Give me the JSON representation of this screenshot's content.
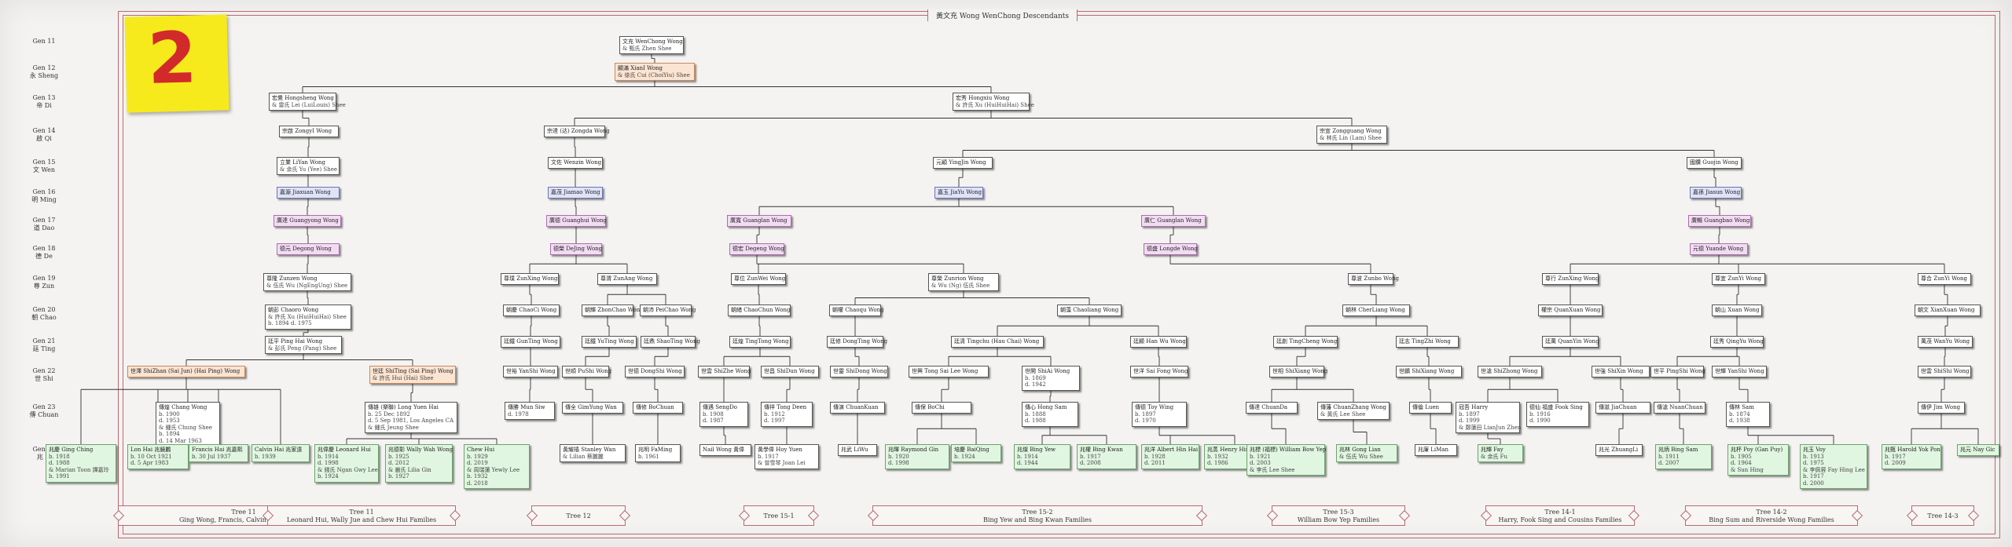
{
  "title": "黃文充 Wong WenChong Descendants",
  "sticky": "2",
  "generations": [
    {
      "gen": "Gen 11",
      "name": ""
    },
    {
      "gen": "Gen 12",
      "name": "永 Sheng"
    },
    {
      "gen": "Gen 13",
      "name": "帝 Di"
    },
    {
      "gen": "Gen 14",
      "name": "啟 Qi"
    },
    {
      "gen": "Gen 15",
      "name": "文 Wen"
    },
    {
      "gen": "Gen 16",
      "name": "明 Ming"
    },
    {
      "gen": "Gen 17",
      "name": "道 Dao"
    },
    {
      "gen": "Gen 18",
      "name": "德 De"
    },
    {
      "gen": "Gen 19",
      "name": "尊 Zun"
    },
    {
      "gen": "Gen 20",
      "name": "朝 Chao"
    },
    {
      "gen": "Gen 21",
      "name": "廷 Ting"
    },
    {
      "gen": "Gen 22",
      "name": "世 Shi"
    },
    {
      "gen": "Gen 23",
      "name": "傳 Chuan"
    },
    {
      "gen": "Gen 24",
      "name": "兆 Li"
    }
  ],
  "nodes": [
    {
      "id": "n11",
      "color": "white",
      "lines": [
        "文充 WenChong Wong",
        "& 甄氏 Zhen Shee"
      ]
    },
    {
      "id": "n12",
      "color": "orange",
      "lines": [
        "顯滿 XianI Wong",
        "& 徐氏 Cui (ChoiYiu) Shee"
      ]
    },
    {
      "id": "n13a",
      "color": "white",
      "lines": [
        "宏覺 Hongsheng Wong",
        "& 雷氏 Lei (LuiLouis) Shee"
      ]
    },
    {
      "id": "n13b",
      "color": "white",
      "lines": [
        "宏秀 Hongxiu Wong",
        "& 許氏 Xu (HuiHuiHai) Shee"
      ]
    },
    {
      "id": "n14a",
      "color": "white",
      "lines": [
        "宗啟 ZongyI Wong"
      ]
    },
    {
      "id": "n14b",
      "color": "white",
      "lines": [
        "宗達 (达) Zongda Wong"
      ]
    },
    {
      "id": "n14c",
      "color": "white",
      "lines": [
        "宗宣 Zongguang Wong",
        "& 林氏 Lin (Lam) Shee"
      ]
    },
    {
      "id": "n15a",
      "color": "white",
      "lines": [
        "立業 LiYan Wong",
        "& 余氏 Yu (Yee) Shee"
      ]
    },
    {
      "id": "n15b",
      "color": "white",
      "lines": [
        "文佐 Wenzin Wong"
      ]
    },
    {
      "id": "n15c",
      "color": "white",
      "lines": [
        "元穎 YingJin Wong"
      ]
    },
    {
      "id": "n15d",
      "color": "white",
      "lines": [
        "國鑽 Guojin Wong"
      ]
    },
    {
      "id": "n16a",
      "color": "blue",
      "lines": [
        "嘉源 Jiaxuan Wong"
      ]
    },
    {
      "id": "n16b",
      "color": "blue",
      "lines": [
        "嘉茂 Jiamao Wong"
      ]
    },
    {
      "id": "n16c",
      "color": "blue",
      "lines": [
        "嘉玉 JiaYu Wong"
      ]
    },
    {
      "id": "n16d",
      "color": "blue",
      "lines": [
        "嘉孫 Jiasun Wong"
      ]
    },
    {
      "id": "n17a",
      "color": "pink",
      "lines": [
        "廣達 Guangyong Wong"
      ]
    },
    {
      "id": "n17b",
      "color": "pink",
      "lines": [
        "廣德 Guanghui Wong"
      ]
    },
    {
      "id": "n17c",
      "color": "pink",
      "lines": [
        "廣寬 Guanglan Wong"
      ]
    },
    {
      "id": "n17d",
      "color": "pink",
      "lines": [
        "廣仁 Guanglan Wong"
      ]
    },
    {
      "id": "n17e",
      "color": "pink",
      "lines": [
        "廣暢 Guangbao Wong"
      ]
    },
    {
      "id": "n18a",
      "color": "pink",
      "lines": [
        "德元 Degong Wong"
      ]
    },
    {
      "id": "n18b",
      "color": "pink",
      "lines": [
        "德榮 DeJing Wong"
      ]
    },
    {
      "id": "n18c",
      "color": "pink",
      "lines": [
        "德宏 Degeng Wong"
      ]
    },
    {
      "id": "n18d",
      "color": "pink",
      "lines": [
        "德盛 Longde Wong"
      ]
    },
    {
      "id": "n18e",
      "color": "pink",
      "lines": [
        "元德 Yuande Wong"
      ]
    },
    {
      "id": "n19a",
      "color": "white",
      "lines": [
        "尊隆 Zunzen Wong",
        "& 伍氏 Wu (NgEngUng) Shee"
      ]
    },
    {
      "id": "n19b",
      "color": "white",
      "lines": [
        "尊璞 ZunXing Wong"
      ]
    },
    {
      "id": "n19c",
      "color": "white",
      "lines": [
        "尊渭 ZunAng Wong"
      ]
    },
    {
      "id": "n19d",
      "color": "white",
      "lines": [
        "尊位 ZunWei Wong"
      ]
    },
    {
      "id": "n19e",
      "color": "white",
      "lines": [
        "尊榮 Zunrion Wong",
        "& Wu (Ng) 伍氏 Shee"
      ]
    },
    {
      "id": "n19f",
      "color": "white",
      "lines": [
        "尊波 Zunbo Wong"
      ]
    },
    {
      "id": "n19g",
      "color": "white",
      "lines": [
        "尊行 ZunXing Wong"
      ]
    },
    {
      "id": "n19h",
      "color": "white",
      "lines": [
        "尊宜 ZunYi Wong"
      ]
    },
    {
      "id": "n19i",
      "color": "white",
      "lines": [
        "尊合 ZunYi Wong"
      ]
    },
    {
      "id": "n20a",
      "color": "white",
      "lines": [
        "朝彭 Chaoro Wong",
        "& 許氏 Xu (HuiHuiHai) Shee",
        "b. 1894 d. 1975"
      ]
    },
    {
      "id": "n20b",
      "color": "white",
      "lines": [
        "朝慶 ChaoCi Wong"
      ]
    },
    {
      "id": "n20c",
      "color": "white",
      "lines": [
        "朝輝 ZhonChao Wong"
      ]
    },
    {
      "id": "n20d",
      "color": "white",
      "lines": [
        "朝沛 PeiChao Wong"
      ]
    },
    {
      "id": "n20e",
      "color": "white",
      "lines": [
        "朝緒 ChaoChun Wong"
      ]
    },
    {
      "id": "n20f",
      "color": "white",
      "lines": [
        "朝權 Chaoqu Wong"
      ]
    },
    {
      "id": "n20g",
      "color": "white",
      "lines": [
        "朝藻 Chaoliang Wong"
      ]
    },
    {
      "id": "n20h",
      "color": "white",
      "lines": [
        "朝林 CherLiang Wong"
      ]
    },
    {
      "id": "n20i",
      "color": "white",
      "lines": [
        "權宗 QuanXuan Wong"
      ]
    },
    {
      "id": "n20j",
      "color": "white",
      "lines": [
        "朝山 Xuan Wong"
      ]
    },
    {
      "id": "n20k",
      "color": "white",
      "lines": [
        "朝文 XianXuan Wong"
      ]
    },
    {
      "id": "n21a",
      "color": "white",
      "lines": [
        "廷平 Ping Hai Wong",
        "& 彭氏 Peng (Pang) Shee"
      ]
    },
    {
      "id": "n21b",
      "color": "white",
      "lines": [
        "廷鐵 GunTing Wong"
      ]
    },
    {
      "id": "n21c",
      "color": "white",
      "lines": [
        "廷鐵 YuTing Wong"
      ]
    },
    {
      "id": "n21d",
      "color": "white",
      "lines": [
        "廷鼎 ShaoTing Wong"
      ]
    },
    {
      "id": "n21e",
      "color": "white",
      "lines": [
        "廷煌 TingTong Wong"
      ]
    },
    {
      "id": "n21f",
      "color": "white",
      "lines": [
        "廷修 DongTing Wong"
      ]
    },
    {
      "id": "n21g",
      "color": "white",
      "lines": [
        "廷清 Tingchu (Hau Chai) Wong"
      ]
    },
    {
      "id": "n21h",
      "color": "white",
      "lines": [
        "廷顯 Han Wu Wong"
      ]
    },
    {
      "id": "n21i",
      "color": "white",
      "lines": [
        "廷創 TingCheng Wong"
      ]
    },
    {
      "id": "n21j",
      "color": "white",
      "lines": [
        "廷志 TingZhi Wong"
      ]
    },
    {
      "id": "n21k",
      "color": "white",
      "lines": [
        "廷萬 QuanYin Wong"
      ]
    },
    {
      "id": "n21l",
      "color": "white",
      "lines": [
        "廷秀 QingYu Wong"
      ]
    },
    {
      "id": "n21m",
      "color": "white",
      "lines": [
        "萬茂 WanYu Wong"
      ]
    },
    {
      "id": "n22a",
      "color": "orange",
      "lines": [
        "世澤 ShiZhan (Sai Jun) (Hai Ping) Wong"
      ]
    },
    {
      "id": "n22b",
      "color": "orange",
      "lines": [
        "世廷 ShiTing (Sai Ping) Wong",
        "& 許氏 Hui (Hai) Shee"
      ]
    },
    {
      "id": "n22c",
      "color": "white",
      "lines": [
        "世裕 YanShi Wong"
      ]
    },
    {
      "id": "n22d",
      "color": "white",
      "lines": [
        "世順 PuShi Wong"
      ]
    },
    {
      "id": "n22e",
      "color": "white",
      "lines": [
        "世德 DongShi Wong"
      ]
    },
    {
      "id": "n22f",
      "color": "white",
      "lines": [
        "世雲 ShiZhe Wong"
      ]
    },
    {
      "id": "n22g",
      "color": "white",
      "lines": [
        "世昌 ShiDun Wong"
      ]
    },
    {
      "id": "n22h",
      "color": "white",
      "lines": [
        "世靈 ShiDong Wong"
      ]
    },
    {
      "id": "n22i",
      "color": "white",
      "lines": [
        "世興 Tong Sai Lee Wong"
      ]
    },
    {
      "id": "n22j",
      "color": "white",
      "lines": [
        "世開 ShiAi Wong",
        "b. 1869",
        "d. 1942"
      ]
    },
    {
      "id": "n22k",
      "color": "white",
      "lines": [
        "世洋 Sai Fong Wong"
      ]
    },
    {
      "id": "n22l",
      "color": "white",
      "lines": [
        "世相 ShiXiang Wong"
      ]
    },
    {
      "id": "n22m",
      "color": "white",
      "lines": [
        "世鵬 ShiXiang Wong"
      ]
    },
    {
      "id": "n22n",
      "color": "white",
      "lines": [
        "世滄 ShiZhong Wong"
      ]
    },
    {
      "id": "n22o",
      "color": "white",
      "lines": [
        "世強 ShiXin Wong"
      ]
    },
    {
      "id": "n22p",
      "color": "white",
      "lines": [
        "世平 PingShi Wong"
      ]
    },
    {
      "id": "n22q",
      "color": "white",
      "lines": [
        "世輝 YanShi Wong"
      ]
    },
    {
      "id": "n22r",
      "color": "white",
      "lines": [
        "世雲 ShiShi Wong"
      ]
    },
    {
      "id": "n23a",
      "color": "white",
      "lines": [
        "傳煌 Chang Wong",
        "b. 1900",
        "d. 1953",
        "& 鍾氏 Chung Shee",
        "b. 1894",
        "d. 14 Mar 1963"
      ]
    },
    {
      "id": "n23b",
      "color": "white",
      "lines": [
        "傳雄 (樂聯) Long Yuen Hai",
        "b. 25 Dec 1892",
        "d. 5 Sep 1981, Los Angeles CA",
        "& 鍾氏 Jeung Shee"
      ]
    },
    {
      "id": "n23c",
      "color": "white",
      "lines": [
        "傳勝 Mun Siw",
        "d. 1978"
      ]
    },
    {
      "id": "n23d",
      "color": "white",
      "lines": [
        "傳全 GimYung Wan"
      ]
    },
    {
      "id": "n23e",
      "color": "white",
      "lines": [
        "傳修 BoChuan"
      ]
    },
    {
      "id": "n23f",
      "color": "white",
      "lines": [
        "傳遇 SengDo",
        "b. 1908",
        "d. 1987"
      ]
    },
    {
      "id": "n23g",
      "color": "white",
      "lines": [
        "傳祥 Tong Deen",
        "b. 1912",
        "d. 1997"
      ]
    },
    {
      "id": "n23h",
      "color": "white",
      "lines": [
        "傳演 ChuanKuan"
      ]
    },
    {
      "id": "n23i",
      "color": "white",
      "lines": [
        "傳保 BoChi"
      ]
    },
    {
      "id": "n23j",
      "color": "white",
      "lines": [
        "傳心 Hong Sam",
        "b. 1888",
        "d. 1988"
      ]
    },
    {
      "id": "n23k",
      "color": "white",
      "lines": [
        "傳德 Toy Wing",
        "b. 1897",
        "d. 1970"
      ]
    },
    {
      "id": "n23l",
      "color": "white",
      "lines": [
        "傳達 ChuanDa"
      ]
    },
    {
      "id": "n23m",
      "color": "white",
      "lines": [
        "傳藩 ChuanZhang Wong",
        "& 黃氏 Lee Shee"
      ]
    },
    {
      "id": "n23n",
      "color": "white",
      "lines": [
        "傳倫 Luen"
      ]
    },
    {
      "id": "n23o",
      "color": "white",
      "lines": [
        "冠吾 Harry",
        "b. 1897",
        "d. 1999",
        "& 鄭蓮田 LianJun Zhen"
      ]
    },
    {
      "id": "n23p",
      "color": "white",
      "lines": [
        "德仙 福盛 Fook Sing",
        "b. 1916",
        "d. 1990"
      ]
    },
    {
      "id": "n23q",
      "color": "white",
      "lines": [
        "傳滋 JiaChuan"
      ]
    },
    {
      "id": "n23r",
      "color": "white",
      "lines": [
        "傳滄 NuanChuan"
      ]
    },
    {
      "id": "n23s",
      "color": "white",
      "lines": [
        "傳林 Sam",
        "b. 1874",
        "d. 1938"
      ]
    },
    {
      "id": "n23t",
      "color": "white",
      "lines": [
        "傳伊 Jim Wong"
      ]
    },
    {
      "id": "n24a",
      "color": "green",
      "lines": [
        "兆慶 Ging Ching",
        "b. 1918",
        "d. 1988",
        "& Marian Toon 譚嘉玲",
        "b. 1991"
      ]
    },
    {
      "id": "n24b",
      "color": "green",
      "lines": [
        "Lon Hai 兆鏡鸝",
        "b. 10 Oct 1921",
        "d. 5 Apr 1983"
      ]
    },
    {
      "id": "n24c",
      "color": "green",
      "lines": [
        "Francis Hai 兆嘉熙",
        "b. 30 Jul 1937"
      ]
    },
    {
      "id": "n24d",
      "color": "green",
      "lines": [
        "Calvin Hai 兆家遠",
        "b. 1939"
      ]
    },
    {
      "id": "n24e",
      "color": "green",
      "lines": [
        "兆偉慶 Leonard Hui",
        "b. 1914",
        "d. 1998",
        "& 錢氏 Ngan Gwy Lee",
        "b. 1924"
      ]
    },
    {
      "id": "n24f",
      "color": "green",
      "lines": [
        "兆德彰 Wally Wah Wong",
        "b. 1925",
        "d. 2012",
        "& 嚴氏 Lilia Gin",
        "b. 1927"
      ]
    },
    {
      "id": "n24g",
      "color": "green",
      "lines": [
        "Chew Hui",
        "b. 1929",
        "d. 2019",
        "& 周瑞蓮 Yewly Lee",
        "b. 1932",
        "d. 2018"
      ]
    },
    {
      "id": "n24h",
      "color": "white",
      "lines": [
        "黃耀禧 Stanley Wan",
        "& Lilian 蔡麗麗"
      ]
    },
    {
      "id": "n24i",
      "color": "white",
      "lines": [
        "兆明 FaMing",
        "b. 1961"
      ]
    },
    {
      "id": "n24j",
      "color": "white",
      "lines": [
        "Nail Wong 黃偉"
      ]
    },
    {
      "id": "n24k",
      "color": "white",
      "lines": [
        "黃學偉 Hoy Yuen",
        "b. 1917",
        "& 曾雪琴 Joan Lei"
      ]
    },
    {
      "id": "n24l",
      "color": "white",
      "lines": [
        "兆武 LiWu"
      ]
    },
    {
      "id": "n24m",
      "color": "green",
      "lines": [
        "兆暉 Raymond Gin",
        "b. 1920",
        "d. 1998"
      ]
    },
    {
      "id": "n24n",
      "color": "green",
      "lines": [
        "培慶 BaiQing",
        "b. 1924"
      ]
    },
    {
      "id": "n24o",
      "color": "green",
      "lines": [
        "兆燦 Bing Yew",
        "b. 1914",
        "d. 1944"
      ]
    },
    {
      "id": "n24p",
      "color": "green",
      "lines": [
        "兆權 Bing Kwan",
        "b. 1917",
        "d. 2008"
      ]
    },
    {
      "id": "n24q",
      "color": "green",
      "lines": [
        "兆洋 Albert Hin Hai",
        "b. 1928",
        "d. 2011"
      ]
    },
    {
      "id": "n24r",
      "color": "green",
      "lines": [
        "兆蒸 Henry Hin Yin",
        "b. 1932",
        "d. 1986"
      ]
    },
    {
      "id": "n24s",
      "color": "green",
      "lines": [
        "兆標 (福標) William Bow Yep",
        "b. 1921",
        "d. 2003",
        "& 李氏 Lee Shee"
      ]
    },
    {
      "id": "n24t",
      "color": "green",
      "lines": [
        "兆林 Gong Lian",
        "& 伍氏 Wu Shee"
      ]
    },
    {
      "id": "n24u",
      "color": "white",
      "lines": [
        "兆廉 LiMan"
      ]
    },
    {
      "id": "n24v",
      "color": "green",
      "lines": [
        "兆輝 Fay",
        "& 余氏 Fu"
      ]
    },
    {
      "id": "n24w",
      "color": "white",
      "lines": [
        "兆光 ZhuangLi"
      ]
    },
    {
      "id": "n24x",
      "color": "green",
      "lines": [
        "兆炳 Bing Sam",
        "b. 1911",
        "d. 2007"
      ]
    },
    {
      "id": "n24y",
      "color": "green",
      "lines": [
        "兆杯 Poy (Gan Puy)",
        "b. 1905",
        "d. 1964",
        "& Sun Hing"
      ]
    },
    {
      "id": "n24z",
      "color": "green",
      "lines": [
        "兆玉 Voy",
        "b. 1913",
        "d. 1975",
        "& 李佩蓉 Fay Hing Lee",
        "b. 1917",
        "d. 2000"
      ]
    },
    {
      "id": "n24aa",
      "color": "green",
      "lines": [
        "兆甄 Harold Yok Pon",
        "b. 1917",
        "d. 2009"
      ]
    },
    {
      "id": "n24ab",
      "color": "green",
      "lines": [
        "兆元 Nay Gic"
      ]
    }
  ],
  "banners": [
    {
      "id": "b1",
      "lines": [
        "Tree 11",
        "Ging Wong, Francis, Calvin Hai Families"
      ]
    },
    {
      "id": "b2",
      "lines": [
        "Tree 11",
        "Leonard Hui, Wally Jue and Chew Hui Families"
      ]
    },
    {
      "id": "b3",
      "lines": [
        "Tree 12"
      ]
    },
    {
      "id": "b4",
      "lines": [
        "Tree 15-1"
      ]
    },
    {
      "id": "b5",
      "lines": [
        "Tree 15-2",
        "Bing Yew and Bing Kwan Families"
      ]
    },
    {
      "id": "b6",
      "lines": [
        "Tree 15-3",
        "William Bow Yep Families"
      ]
    },
    {
      "id": "b7",
      "lines": [
        "Tree 14-1",
        "Harry, Fook Sing and Cousins Families"
      ]
    },
    {
      "id": "b8",
      "lines": [
        "Tree 14-2",
        "Bing Sum and Riverside Wong Families"
      ]
    },
    {
      "id": "b9",
      "lines": [
        "Tree 14-3"
      ]
    }
  ]
}
